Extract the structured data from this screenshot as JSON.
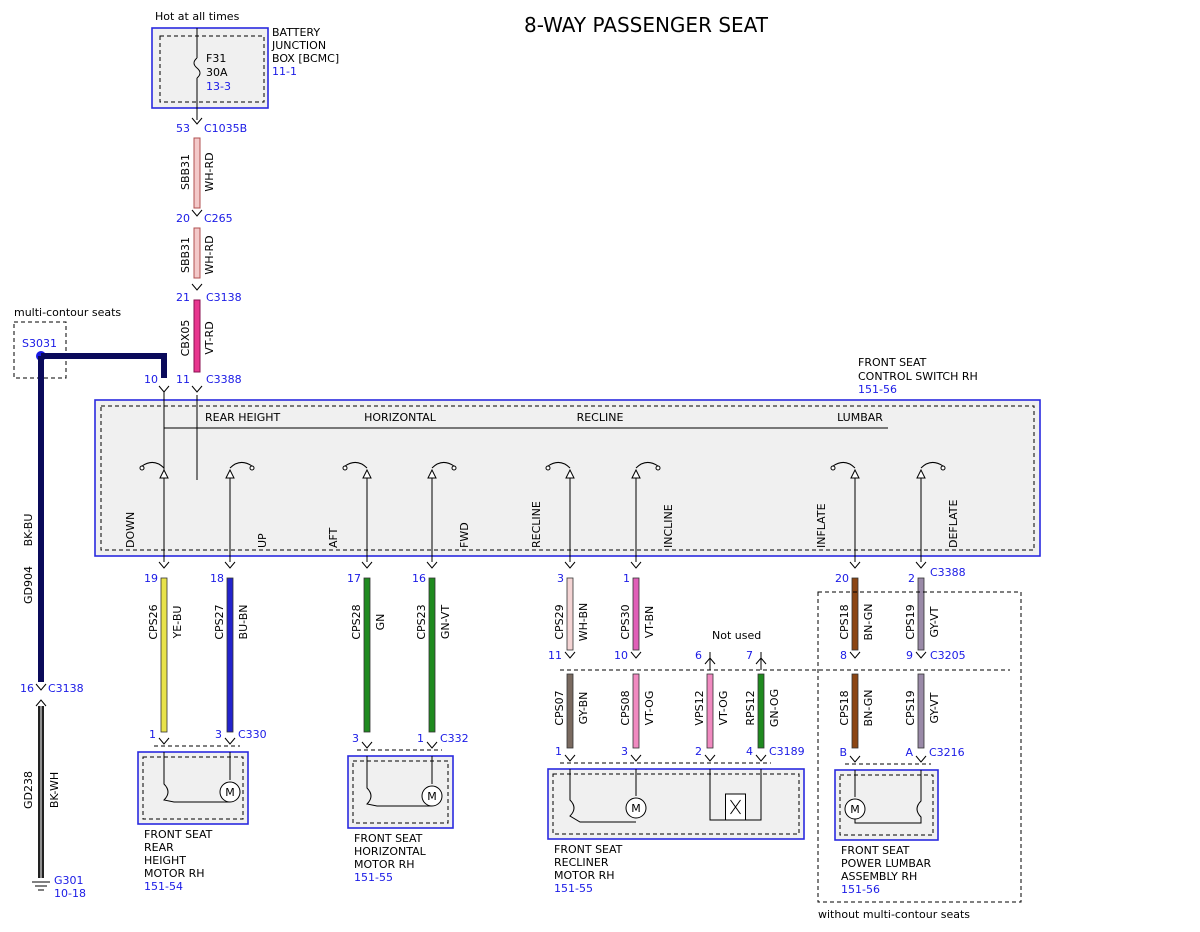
{
  "title": "8-WAY PASSENGER SEAT",
  "bcmc": {
    "hot_note": "Hot at all times",
    "name_lines": [
      "BATTERY",
      "JUNCTION",
      "BOX [BCMC]"
    ],
    "ref": "11-1",
    "fuse": "F31",
    "amps": "30A",
    "fuse_ref": "13-3"
  },
  "feed_connectors": [
    {
      "pin": "53",
      "conn": "C1035B"
    },
    {
      "pin": "20",
      "conn": "C265"
    },
    {
      "pin": "21",
      "conn": "C3138"
    }
  ],
  "feed_wires": [
    {
      "circuit": "SBB31",
      "color": "WH-RD"
    },
    {
      "circuit": "SBB31",
      "color": "WH-RD"
    },
    {
      "circuit": "CBX05",
      "color": "VT-RD"
    }
  ],
  "splice": {
    "note": "multi-contour seats",
    "id": "S3031"
  },
  "ground_wire": {
    "circuit": "GD904",
    "color": "BK-BU"
  },
  "ground_wire2": {
    "circuit": "GD238",
    "color": "BK-WH"
  },
  "ground_conn": {
    "pin": "16",
    "conn": "C3138"
  },
  "ground": {
    "id": "G301",
    "ref": "10-18"
  },
  "switch": {
    "name_lines": [
      "FRONT SEAT",
      "CONTROL SWITCH RH"
    ],
    "ref": "151-56",
    "in_pins": [
      "10",
      "11"
    ],
    "in_conn": "C3388",
    "sections": [
      "REAR HEIGHT",
      "HORIZONTAL",
      "RECLINE",
      "LUMBAR"
    ],
    "positions": [
      "DOWN",
      "UP",
      "AFT",
      "FWD",
      "RECLINE",
      "INCLINE",
      "INFLATE",
      "DEFLATE"
    ],
    "out_pins": [
      "19",
      "18",
      "17",
      "16",
      "3",
      "1",
      "20",
      "2"
    ],
    "out_conn": "C3388"
  },
  "wires": [
    {
      "circuit": "CPS26",
      "color": "YE-BU"
    },
    {
      "circuit": "CPS27",
      "color": "BU-BN"
    },
    {
      "circuit": "CPS28",
      "color": "GN"
    },
    {
      "circuit": "CPS23",
      "color": "GN-VT"
    },
    {
      "circuit": "CPS29",
      "color": "WH-BN"
    },
    {
      "circuit": "CPS30",
      "color": "VT-BN"
    },
    {
      "circuit": "CPS18",
      "color": "BN-GN"
    },
    {
      "circuit": "CPS19",
      "color": "GY-VT"
    }
  ],
  "wires_lower": [
    {
      "circuit": "CPS07",
      "color": "GY-BN"
    },
    {
      "circuit": "CPS08",
      "color": "VT-OG"
    },
    {
      "circuit": "VPS12",
      "color": "VT-OG"
    },
    {
      "circuit": "RPS12",
      "color": "GN-OG"
    },
    {
      "circuit": "CPS18",
      "color": "BN-GN"
    },
    {
      "circuit": "CPS19",
      "color": "GY-VT"
    }
  ],
  "inline_pins_top": [
    "11",
    "10",
    "6",
    "7",
    "8",
    "9"
  ],
  "inline_conn_top": "C3205",
  "not_used": "Not used",
  "bottom_pins": {
    "rear": [
      "1",
      "3"
    ],
    "rear_conn": "C330",
    "horiz": [
      "3",
      "1"
    ],
    "horiz_conn": "C332",
    "recline": [
      "1",
      "3",
      "2",
      "4"
    ],
    "recline_conn": "C3189",
    "lumbar": [
      "B",
      "A"
    ],
    "lumbar_conn": "C3216"
  },
  "motors": [
    {
      "lines": [
        "FRONT SEAT",
        "REAR",
        "HEIGHT",
        "MOTOR RH"
      ],
      "ref": "151-54"
    },
    {
      "lines": [
        "FRONT SEAT",
        "HORIZONTAL",
        "MOTOR RH"
      ],
      "ref": "151-55"
    },
    {
      "lines": [
        "FRONT SEAT",
        "RECLINER",
        "MOTOR RH"
      ],
      "ref": "151-55"
    },
    {
      "lines": [
        "FRONT SEAT",
        "POWER LUMBAR",
        "ASSEMBLY RH"
      ],
      "ref": "151-56"
    }
  ],
  "motor_symbol": "M",
  "lumbar_note": "without multi-contour seats",
  "wire_colors": {
    "WH-RD": "#f3c9c9",
    "VT-RD": "#e8368f",
    "BK-BU": "#0a0a5a",
    "BK-WH": "#222222",
    "YE-BU": "#e8e24a",
    "BU-BN": "#2323cc",
    "GN": "#1f8a1f",
    "GN-VT": "#1f8a1f",
    "WH-BN": "#f4d4d4",
    "VT-BN": "#e060b8",
    "BN-GN": "#8b4513",
    "GY-VT": "#9a8aa8",
    "GY-BN": "#7a6a60",
    "VT-OG": "#f08ac0",
    "GN-OG": "#1f8a1f"
  }
}
